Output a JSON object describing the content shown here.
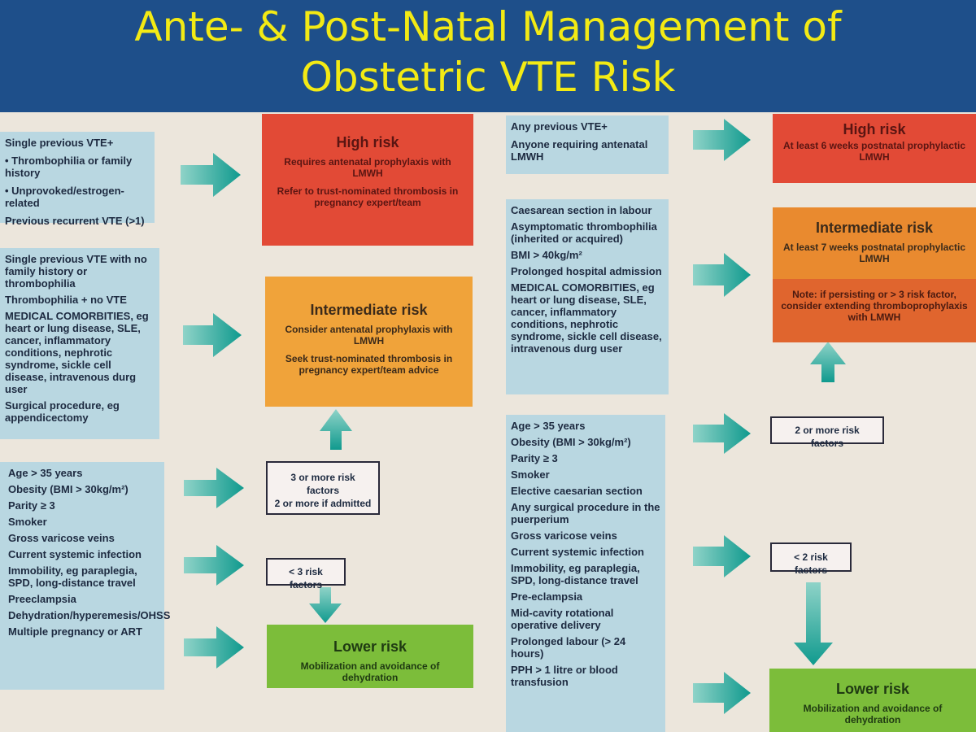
{
  "title": {
    "line1": "Ante- & Post-Natal Management of",
    "line2": "Obstetric VTE Risk"
  },
  "antenatal": {
    "high_factors": [
      "Single previous VTE+",
      "• Thrombophilia or family history",
      "• Unprovoked/estrogen-related",
      "Previous recurrent VTE (>1)"
    ],
    "intermediate_factors": [
      "Single previous VTE with no family history or thrombophilia",
      "Thrombophilia + no VTE",
      "MEDICAL COMORBITIES, eg heart or lung disease, SLE, cancer, inflammatory conditions, nephrotic syndrome, sickle cell disease, intravenous durg user",
      "Surgical procedure, eg appendicectomy"
    ],
    "other_factors": [
      "Age > 35 years",
      "Obesity (BMI > 30kg/m²)",
      "Parity ≥ 3",
      "Smoker",
      "Gross varicose veins",
      "Current systemic infection",
      "Immobility, eg paraplegia, SPD, long-distance travel",
      "Preeclampsia",
      "Dehydration/hyperemesis/OHSS",
      "Multiple pregnancy or ART"
    ],
    "high_risk": {
      "heading": "High risk",
      "line1": "Requires antenatal prophylaxis with LMWH",
      "line2": "Refer to trust-nominated thrombosis in pregnancy expert/team"
    },
    "intermediate_risk": {
      "heading": "Intermediate risk",
      "line1": "Consider antenatal prophylaxis with LMWH",
      "line2": "Seek trust-nominated thrombosis in pregnancy expert/team advice"
    },
    "lower_risk": {
      "heading": "Lower risk",
      "line1": "Mobilization and avoidance of dehydration"
    },
    "factor_box_3plus": {
      "line1": "3 or more risk factors",
      "line2": "2 or more if admitted"
    },
    "factor_box_lt3": "< 3 risk factors"
  },
  "postnatal": {
    "high_factors": [
      "Any previous VTE+",
      "Anyone requiring antenatal LMWH"
    ],
    "intermediate_factors": [
      "Caesarean section in labour",
      "Asymptomatic thrombophilia (inherited or acquired)",
      "BMI > 40kg/m²",
      "Prolonged hospital admission",
      "MEDICAL COMORBITIES, eg heart or lung disease, SLE, cancer, inflammatory conditions, nephrotic syndrome, sickle cell disease, intravenous durg user"
    ],
    "other_factors": [
      "Age > 35 years",
      "Obesity (BMI > 30kg/m²)",
      "Parity ≥ 3",
      "Smoker",
      "Elective caesarian section",
      "Any surgical procedure in the puerperium",
      "Gross varicose veins",
      "Current systemic infection",
      "Immobility, eg paraplegia, SPD, long-distance travel",
      "Pre-eclampsia",
      "Mid-cavity rotational operative delivery",
      "Prolonged labour (> 24 hours)",
      "PPH > 1 litre or blood transfusion"
    ],
    "high_risk": {
      "heading": "High risk",
      "line1": "At least 6 weeks postnatal prophylactic LMWH"
    },
    "intermediate_risk": {
      "heading": "Intermediate risk",
      "line1": "At least 7 weeks postnatal prophylactic LMWH"
    },
    "note": "Note: if persisting or > 3 risk factor, consider extending thromboprophylaxis with LMWH",
    "lower_risk": {
      "heading": "Lower risk",
      "line1": "Mobilization and avoidance of dehydration"
    },
    "factor_box_2plus": "2 or more risk factors",
    "factor_box_lt2": "< 2 risk factors"
  },
  "colors": {
    "title_bg": "#1e4f8a",
    "title_text": "#f3ea14",
    "arrow": "#1aa59a"
  }
}
